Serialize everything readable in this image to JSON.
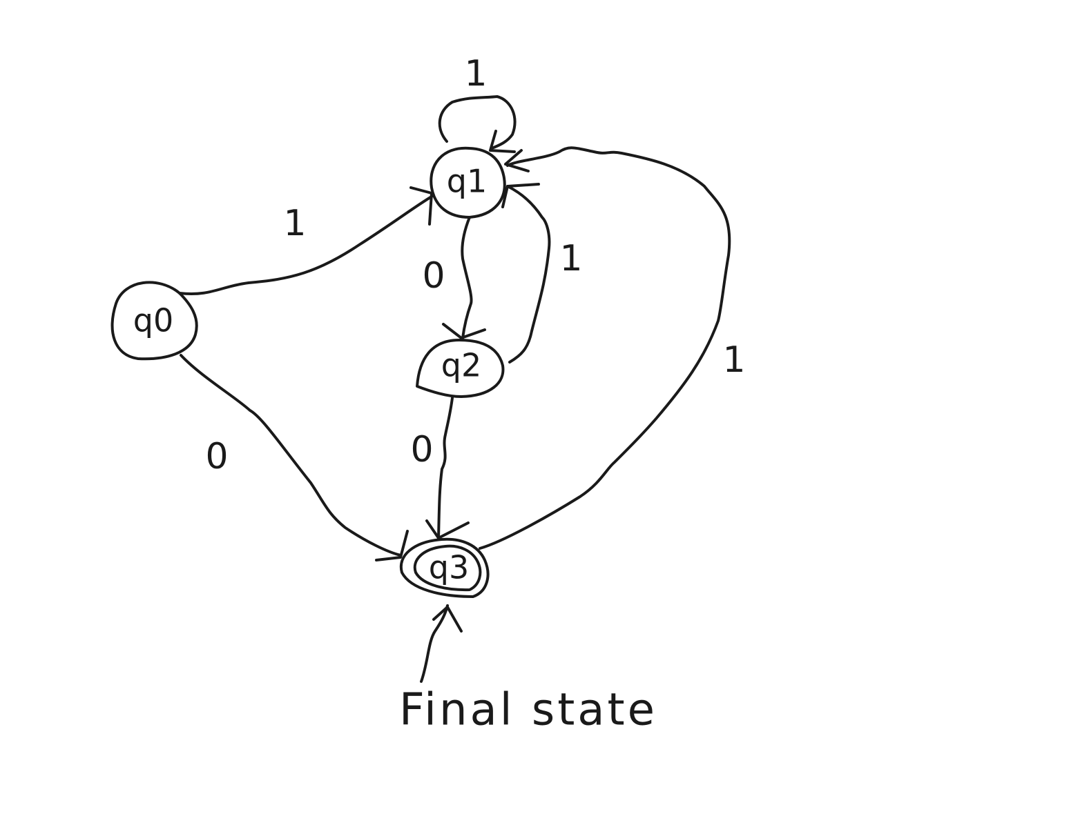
{
  "states": {
    "q0": "q0",
    "q1": "q1",
    "q2": "q2",
    "q3": "q3"
  },
  "transitions": {
    "q0_to_q1": "1",
    "q0_to_q3": "0",
    "q1_self_loop": "1",
    "q1_to_q2": "0",
    "q2_to_q1": "1",
    "q2_to_q3": "0",
    "q3_to_q1": "1"
  },
  "final_state_note": "Final state"
}
